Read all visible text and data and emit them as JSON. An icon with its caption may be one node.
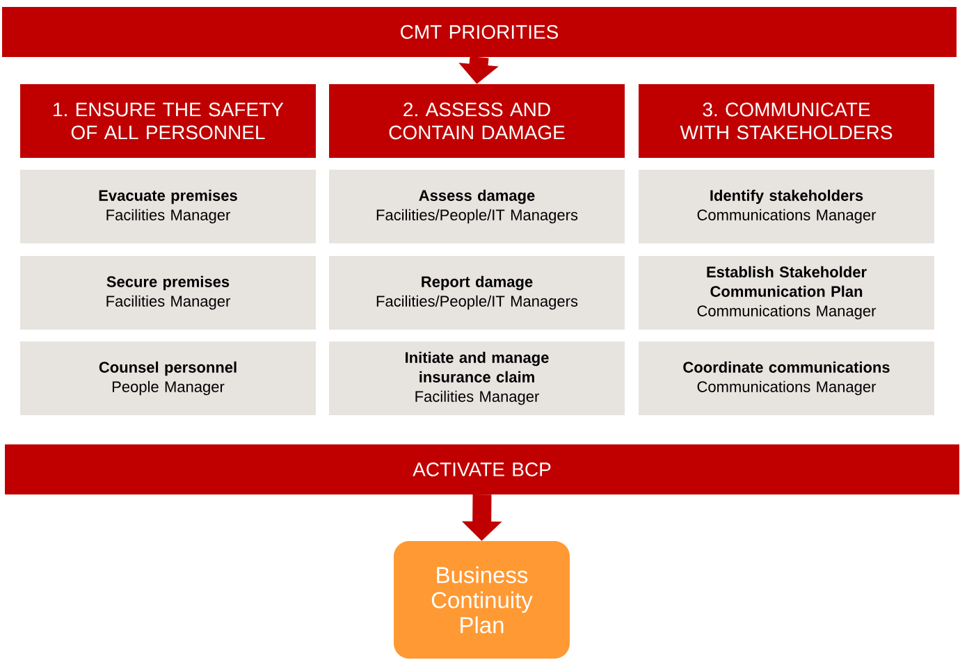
{
  "diagram": {
    "nodes": [
      {
        "text": [
          "CMT PRIORITIES"
        ]
      },
      {
        "text": [
          "1. ENSURE THE SAFETY OF ALL PERSONNEL"
        ]
      },
      {
        "text": [
          "2. ASSESS AND CONTAIN DAMAGE"
        ]
      },
      {
        "text": [
          "3. COMMUNICATE WITH STAKEHOLDERS"
        ]
      },
      {
        "text": [
          "Evacuate premises",
          "Facilities Manager"
        ]
      },
      {
        "text": [
          "Assess damage",
          "Facilities/People/IT Managers"
        ]
      },
      {
        "text": [
          "Identify stakeholders",
          "Communications Manager"
        ]
      },
      {
        "text": [
          "Secure premises",
          "Facilities Manager"
        ]
      },
      {
        "text": [
          "Report damage",
          "Facilities/People/IT Managers"
        ]
      },
      {
        "text": [
          "Establish Stakeholder Communication Plan",
          "Communications Manager"
        ]
      },
      {
        "text": [
          "Counsel personnel",
          "People Manager"
        ]
      },
      {
        "text": [
          "Initiate and manage insurance claim",
          "Facilities Manager"
        ]
      },
      {
        "text": [
          "Coordinate communications",
          "Communications Manager"
        ]
      },
      {
        "text": [
          "ACTIVATE BCP"
        ]
      },
      {
        "text": [
          "Business Continuity Plan"
        ]
      }
    ],
    "edges": [
      {
        "from": 0,
        "to": 2,
        "arrow": "to"
      },
      {
        "from": 13,
        "to": 14,
        "arrow": "to"
      }
    ]
  }
}
